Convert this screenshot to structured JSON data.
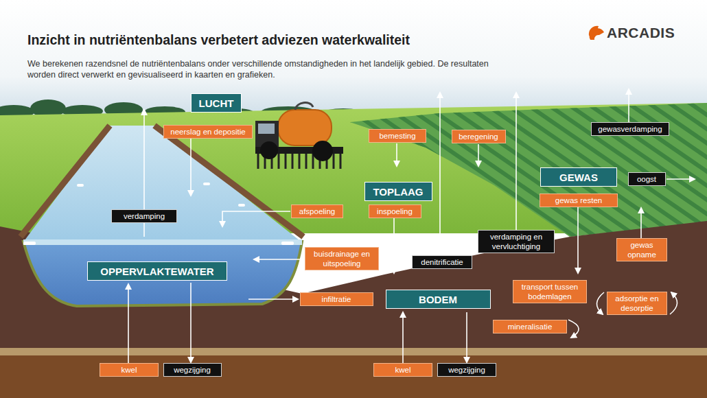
{
  "diagram": {
    "title": "Inzicht in nutriëntenbalans verbetert adviezen waterkwaliteit",
    "nodes": [
      {
        "text": [
          "LUCHT"
        ]
      },
      {
        "text": [
          "neerslag en depositie"
        ]
      },
      {
        "text": [
          "verdamping"
        ]
      },
      {
        "text": [
          "afspoeling"
        ]
      },
      {
        "text": [
          "bemesting"
        ]
      },
      {
        "text": [
          "beregening"
        ]
      },
      {
        "text": [
          "TOPLAAG"
        ]
      },
      {
        "text": [
          "inspoeling"
        ]
      },
      {
        "text": [
          "gewasverdamping"
        ]
      },
      {
        "text": [
          "GEWAS"
        ]
      },
      {
        "text": [
          "oogst"
        ]
      },
      {
        "text": [
          "gewas resten"
        ]
      },
      {
        "text": [
          "gewas opname"
        ]
      },
      {
        "text": [
          "verdamping en vervluchtiging"
        ]
      },
      {
        "text": [
          "buisdrainage en uitspoeling"
        ]
      },
      {
        "text": [
          "OPPERVLAKTEWATER"
        ]
      },
      {
        "text": [
          "denitrificatie"
        ]
      },
      {
        "text": [
          "infiltratie"
        ]
      },
      {
        "text": [
          "BODEM"
        ]
      },
      {
        "text": [
          "transport tussen bodemlagen"
        ]
      },
      {
        "text": [
          "adsorptie en desorptie"
        ]
      },
      {
        "text": [
          "mineralisatie"
        ]
      },
      {
        "text": [
          "kwel"
        ]
      },
      {
        "text": [
          "wegzijging"
        ]
      },
      {
        "text": [
          "kwel"
        ]
      },
      {
        "text": [
          "wegzijging"
        ]
      }
    ],
    "labels": [
      "We berekenen razendsnel de nutriëntenbalans onder verschillende omstandigheden in het landelijk gebied. De resultaten worden direct verwerkt en gevisualiseerd in kaarten en grafieken.",
      "ARCADIS"
    ]
  }
}
